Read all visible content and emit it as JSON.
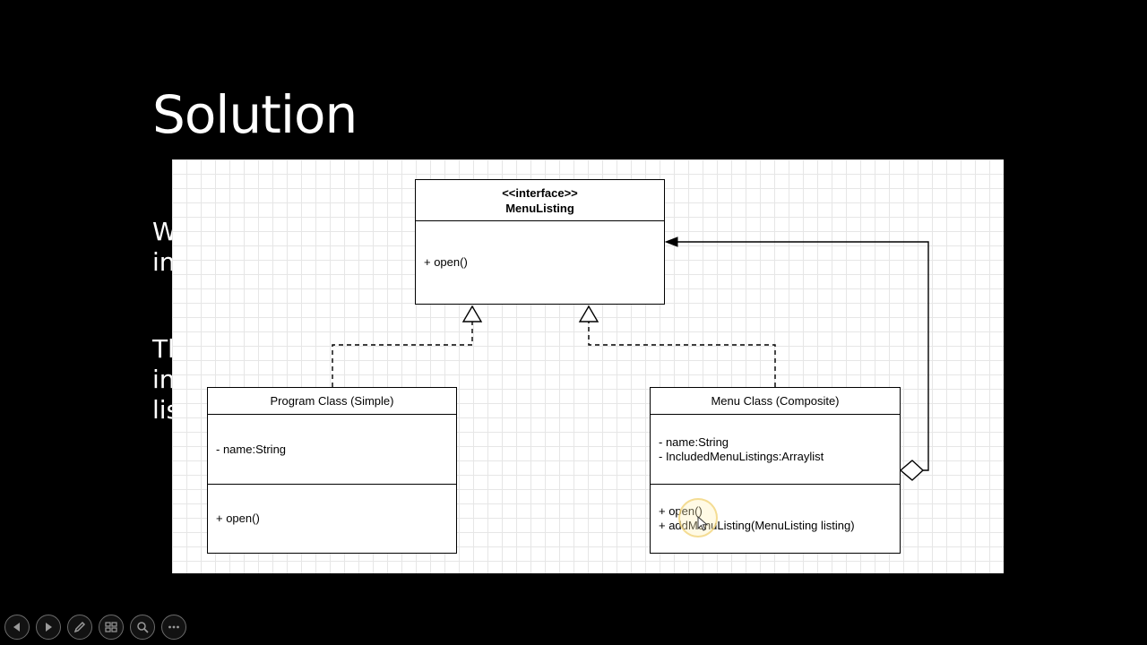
{
  "slide": {
    "title": "Solution",
    "background_text": [
      "W",
      "in",
      "Th",
      "in",
      "lis"
    ]
  },
  "diagram": {
    "interface": {
      "stereotype": "<<interface>>",
      "name": "MenuListing",
      "methods": "+ open()"
    },
    "program_class": {
      "name": "Program Class (Simple)",
      "attributes": "- name:String",
      "methods": "+ open()"
    },
    "menu_class": {
      "name": "Menu Class (Composite)",
      "attributes": [
        "- name:String",
        "- IncludedMenuListings:Arraylist"
      ],
      "methods": [
        "+ open()",
        "+ addMenuListing(MenuListing listing)"
      ]
    }
  },
  "colors": {
    "slide_background": "#000000",
    "title_text": "#ffffff",
    "diagram_background": "#ffffff",
    "grid": "#e6e6e6",
    "lines": "#000000"
  },
  "toolbar": {
    "icons": [
      "previous-slide-icon",
      "next-slide-icon",
      "pen-icon",
      "slides-grid-icon",
      "zoom-icon",
      "more-options-icon"
    ]
  }
}
